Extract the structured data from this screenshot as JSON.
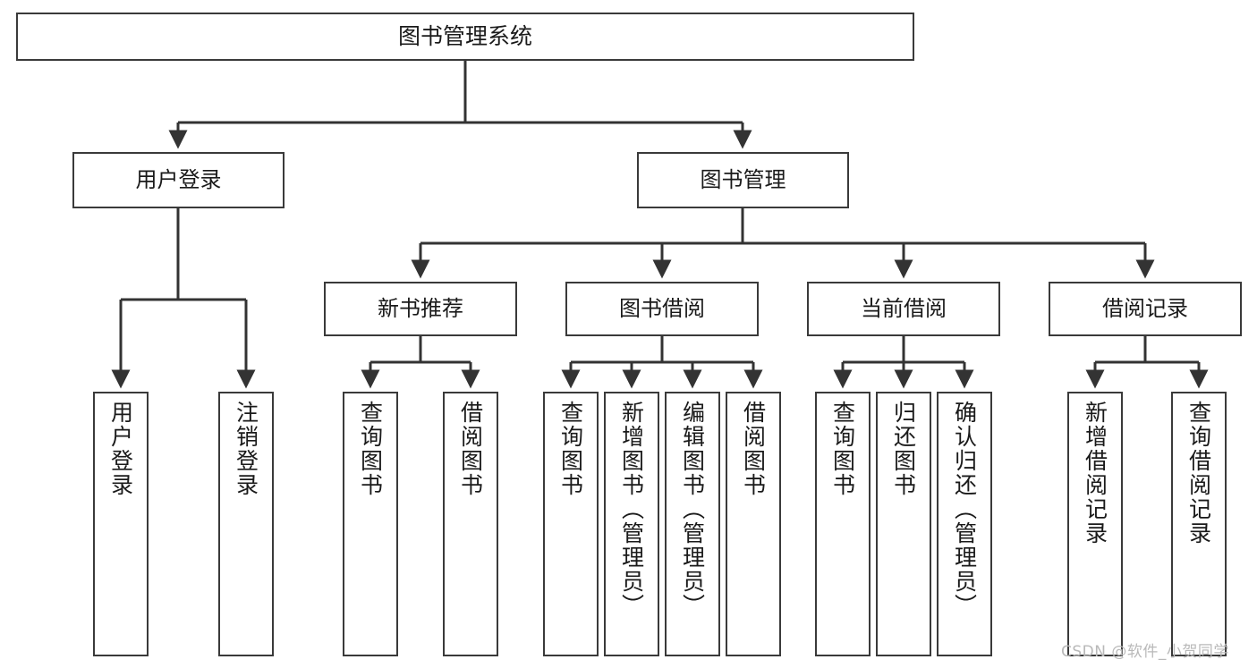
{
  "chart_data": {
    "type": "diagram",
    "title": "图书管理系统",
    "diagram_kind": "function-hierarchy-tree",
    "levels": 4,
    "orientation": "top-down",
    "edge_style": "orthogonal-elbow-with-arrowheads"
  },
  "diagram": {
    "title": "图书管理系统",
    "watermark": "CSDN @软件_小贺同学",
    "colors": {
      "box_border": "#3a3a3a",
      "box_fill": "#ffffff",
      "connector": "#333333",
      "text": "#1a1a1a",
      "watermark": "#b9b9b9",
      "background": "#ffffff"
    },
    "root": {
      "label": "图书管理系统"
    },
    "level1": [
      {
        "id": "user-login",
        "label": "用户登录"
      },
      {
        "id": "book-management",
        "label": "图书管理"
      }
    ],
    "level2": [
      {
        "id": "new-book-recommend",
        "label": "新书推荐",
        "parent": "book-management"
      },
      {
        "id": "book-borrow",
        "label": "图书借阅",
        "parent": "book-management"
      },
      {
        "id": "current-borrow",
        "label": "当前借阅",
        "parent": "book-management"
      },
      {
        "id": "borrow-record",
        "label": "借阅记录",
        "parent": "book-management"
      }
    ],
    "leaves": {
      "user_login": [
        {
          "id": "leaf-user-login",
          "label": "用户登录"
        },
        {
          "id": "leaf-logout-login",
          "label": "注销登录"
        }
      ],
      "new_book_recommend": [
        {
          "id": "leaf-query-book-1",
          "label": "查询图书"
        },
        {
          "id": "leaf-borrow-book-1",
          "label": "借阅图书"
        }
      ],
      "book_borrow": [
        {
          "id": "leaf-query-book-2",
          "label": "查询图书"
        },
        {
          "id": "leaf-add-book",
          "label": "新增图书（管理员）"
        },
        {
          "id": "leaf-edit-book",
          "label": "编辑图书（管理员）"
        },
        {
          "id": "leaf-borrow-book-2",
          "label": "借阅图书"
        }
      ],
      "current_borrow": [
        {
          "id": "leaf-query-book-3",
          "label": "查询图书"
        },
        {
          "id": "leaf-return-book",
          "label": "归还图书"
        },
        {
          "id": "leaf-confirm-return",
          "label": "确认归还（管理员）"
        }
      ],
      "borrow_record": [
        {
          "id": "leaf-add-record",
          "label": "新增借阅记录"
        },
        {
          "id": "leaf-query-record",
          "label": "查询借阅记录"
        }
      ]
    }
  }
}
